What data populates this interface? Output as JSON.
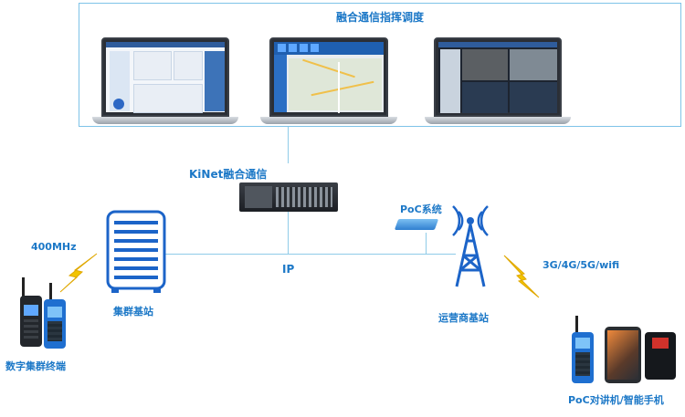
{
  "header": {
    "title": "融合通信指挥调度"
  },
  "nodes": {
    "kinet": "KiNet融合通信",
    "poc_system": "PoC系统",
    "ip": "IP",
    "trunk_station": "集群基站",
    "operator_station": "运营商基站",
    "digital_terminal": "数字集群终端",
    "poc_devices": "PoC对讲机/智能手机"
  },
  "links": {
    "radio_400": "400MHz",
    "mobile": "3G/4G/5G/wifi"
  },
  "colors": {
    "accent": "#1c78c7",
    "line": "#8fcbe8",
    "lightning": "#f2c400"
  }
}
